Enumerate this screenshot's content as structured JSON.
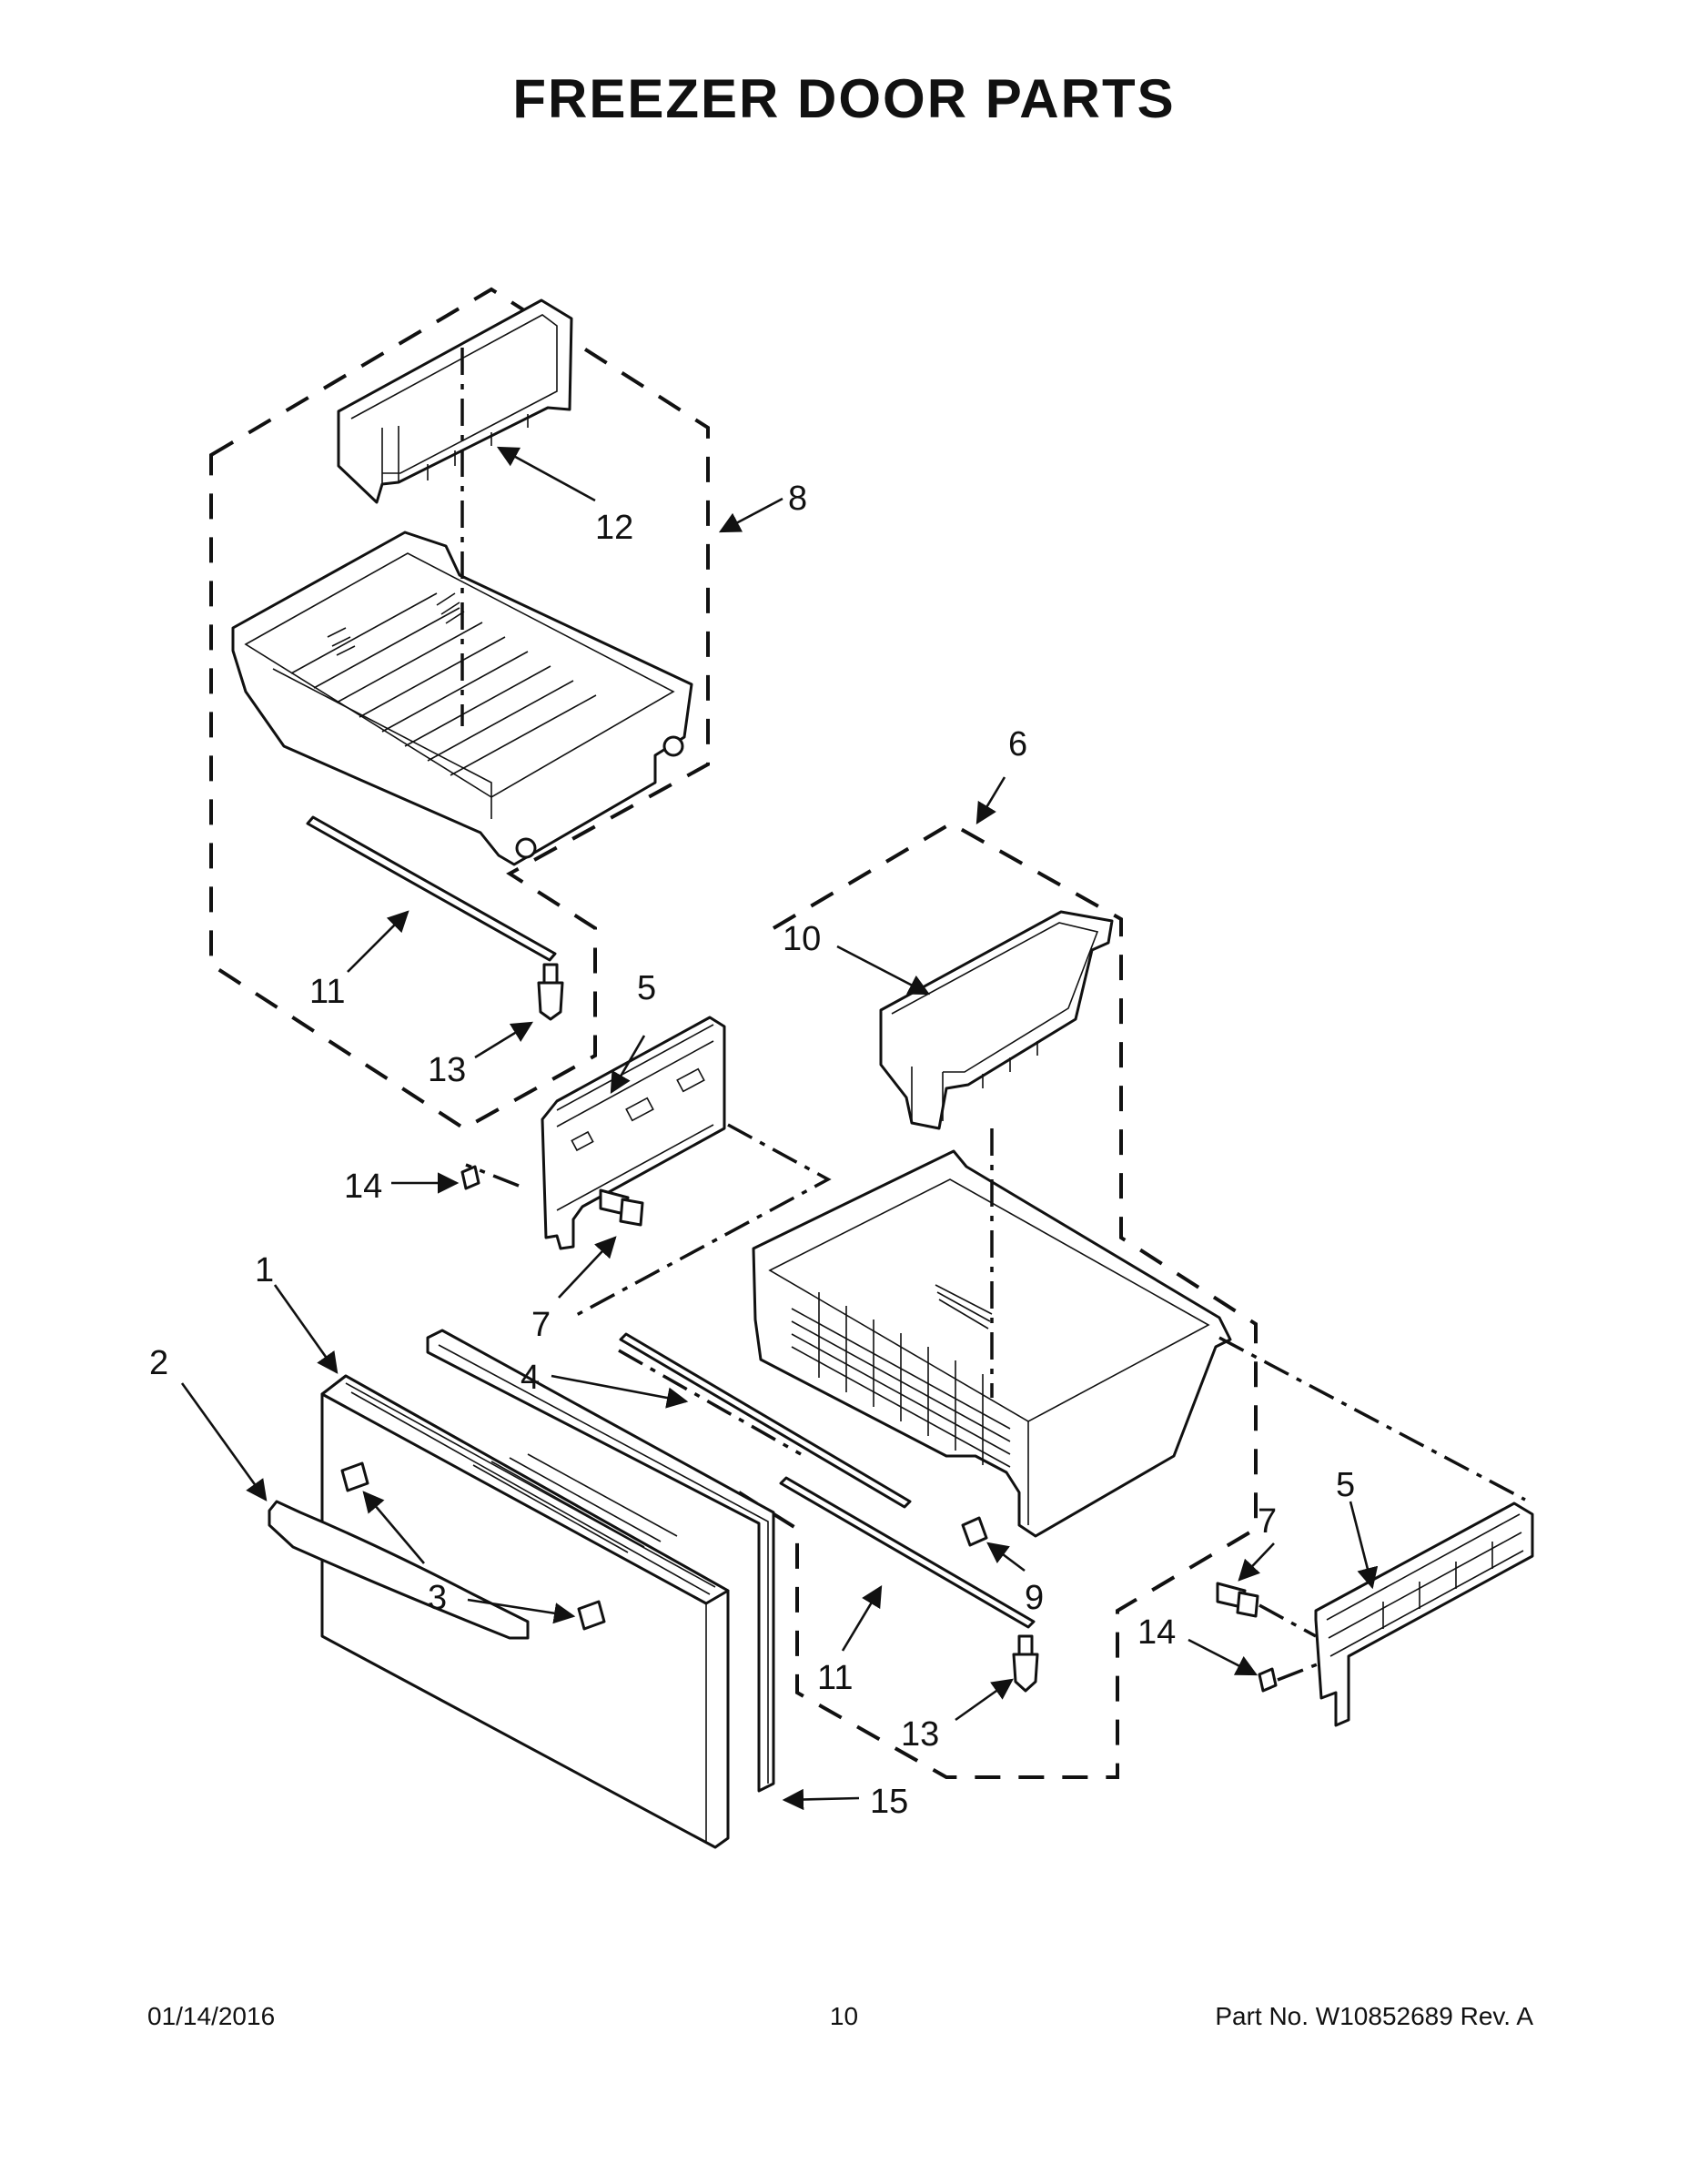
{
  "page": {
    "title": "FREEZER DOOR PARTS"
  },
  "callouts": {
    "c1": "1",
    "c2": "2",
    "c3": "3",
    "c4": "4",
    "c5a": "5",
    "c5b": "5",
    "c6": "6",
    "c7a": "7",
    "c7b": "7",
    "c8": "8",
    "c9": "9",
    "c10": "10",
    "c11a": "11",
    "c11b": "11",
    "c12": "12",
    "c13a": "13",
    "c13b": "13",
    "c14a": "14",
    "c14b": "14",
    "c15": "15"
  },
  "footer": {
    "date": "01/14/2016",
    "page_number": "10",
    "part_number": "Part No.  W10852689  Rev.  A"
  }
}
